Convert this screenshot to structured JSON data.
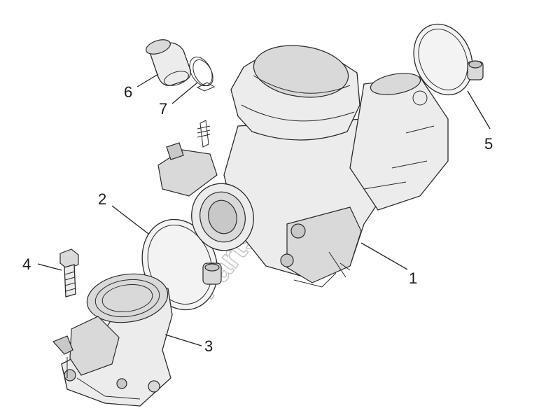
{
  "diagram": {
    "callouts": [
      {
        "id": "1",
        "label": "1"
      },
      {
        "id": "2",
        "label": "2"
      },
      {
        "id": "3",
        "label": "3"
      },
      {
        "id": "4",
        "label": "4"
      },
      {
        "id": "5",
        "label": "5"
      },
      {
        "id": "6",
        "label": "6"
      },
      {
        "id": "7",
        "label": "7"
      }
    ],
    "watermark": "PartsRepublik"
  }
}
